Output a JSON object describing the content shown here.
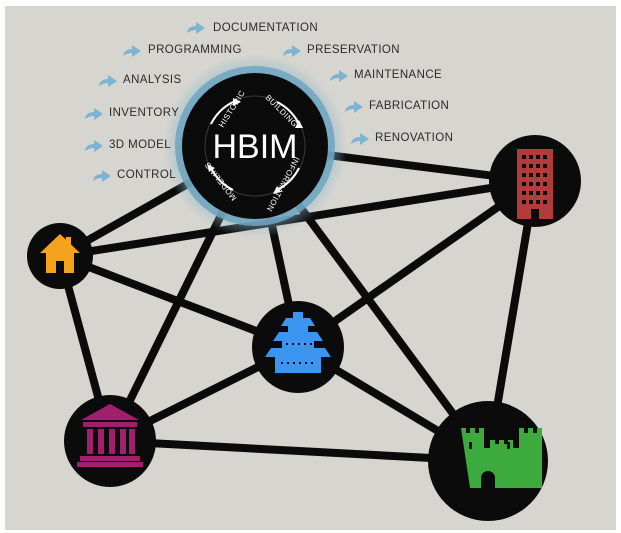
{
  "hub": {
    "title": "HBIM",
    "ring_words": [
      "HISTORIC",
      "BUILDING",
      "INFORMATION",
      "MODELING"
    ]
  },
  "labels_left": [
    "PROGRAMMING",
    "ANALYSIS",
    "INVENTORY",
    "3D MODEL",
    "CONTROL"
  ],
  "labels_top": "DOCUMENTATION",
  "labels_right": [
    "PRESERVATION",
    "MAINTENANCE",
    "FABRICATION",
    "RENOVATION"
  ],
  "nodes": [
    {
      "id": "house",
      "icon": "house-icon",
      "color": "#f5a21c"
    },
    {
      "id": "skyscraper",
      "icon": "skyscraper-icon",
      "color": "#b23b3b"
    },
    {
      "id": "pagoda",
      "icon": "japanese-castle-icon",
      "color": "#3a96f0"
    },
    {
      "id": "temple",
      "icon": "classical-temple-icon",
      "color": "#a0206e"
    },
    {
      "id": "castle",
      "icon": "castle-icon",
      "color": "#3caa3c"
    }
  ],
  "colors": {
    "background": "#d7d5cf",
    "hub_glow": "#6fa5bf",
    "node_fill": "#0b0b0b",
    "arrow": "#7eb4d2"
  }
}
